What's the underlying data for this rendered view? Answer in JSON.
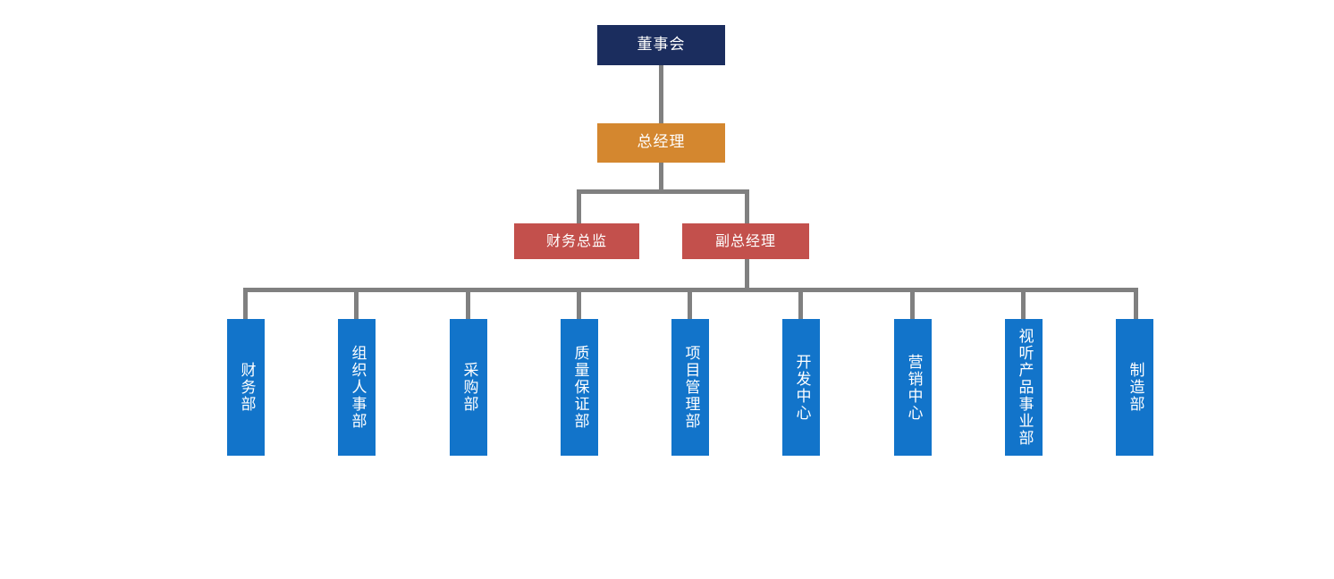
{
  "chart_data": {
    "type": "diagram",
    "diagram_type": "organization-chart",
    "title": "",
    "orientation": "top-down",
    "levels": 4,
    "colors": {
      "board": "#1b2d5e",
      "general_manager": "#d4872f",
      "director": "#c3504c",
      "department": "#1274ca",
      "connector": "#808080",
      "background": "#ffffff",
      "node_text": "#ffffff"
    },
    "nodes": [
      {
        "id": "board",
        "label": "董事会",
        "level": 1,
        "color": "#1b2d5e",
        "parent": null
      },
      {
        "id": "gm",
        "label": "总经理",
        "level": 2,
        "color": "#d4872f",
        "parent": "board"
      },
      {
        "id": "cfo",
        "label": "财务总监",
        "level": 3,
        "color": "#c3504c",
        "parent": "gm"
      },
      {
        "id": "vgm",
        "label": "副总经理",
        "level": 3,
        "color": "#c3504c",
        "parent": "gm"
      },
      {
        "id": "dept1",
        "label": "财务部",
        "level": 4,
        "color": "#1274ca",
        "parent": "vgm"
      },
      {
        "id": "dept2",
        "label": "组织人事部",
        "level": 4,
        "color": "#1274ca",
        "parent": "vgm"
      },
      {
        "id": "dept3",
        "label": "采购部",
        "level": 4,
        "color": "#1274ca",
        "parent": "vgm"
      },
      {
        "id": "dept4",
        "label": "质量保证部",
        "level": 4,
        "color": "#1274ca",
        "parent": "vgm"
      },
      {
        "id": "dept5",
        "label": "项目管理部",
        "level": 4,
        "color": "#1274ca",
        "parent": "vgm"
      },
      {
        "id": "dept6",
        "label": "开发中心",
        "level": 4,
        "color": "#1274ca",
        "parent": "vgm"
      },
      {
        "id": "dept7",
        "label": "营销中心",
        "level": 4,
        "color": "#1274ca",
        "parent": "vgm"
      },
      {
        "id": "dept8",
        "label": "视听产品事业部",
        "level": 4,
        "color": "#1274ca",
        "parent": "vgm"
      },
      {
        "id": "dept9",
        "label": "制造部",
        "level": 4,
        "color": "#1274ca",
        "parent": "vgm"
      }
    ],
    "edges": [
      {
        "from": "board",
        "to": "gm"
      },
      {
        "from": "gm",
        "to": "cfo"
      },
      {
        "from": "gm",
        "to": "vgm"
      },
      {
        "from": "vgm",
        "to": "dept1"
      },
      {
        "from": "vgm",
        "to": "dept2"
      },
      {
        "from": "vgm",
        "to": "dept3"
      },
      {
        "from": "vgm",
        "to": "dept4"
      },
      {
        "from": "vgm",
        "to": "dept5"
      },
      {
        "from": "vgm",
        "to": "dept6"
      },
      {
        "from": "vgm",
        "to": "dept7"
      },
      {
        "from": "vgm",
        "to": "dept8"
      },
      {
        "from": "vgm",
        "to": "dept9"
      }
    ]
  },
  "board": {
    "label": "董事会"
  },
  "gm": {
    "label": "总经理"
  },
  "directors": [
    {
      "label": "财务总监"
    },
    {
      "label": "副总经理"
    }
  ],
  "departments": [
    {
      "label": "财务部"
    },
    {
      "label": "组织人事部"
    },
    {
      "label": "采购部"
    },
    {
      "label": "质量保证部"
    },
    {
      "label": "项目管理部"
    },
    {
      "label": "开发中心"
    },
    {
      "label": "营销中心"
    },
    {
      "label": "视听产品事业部"
    },
    {
      "label": "制造部"
    }
  ]
}
